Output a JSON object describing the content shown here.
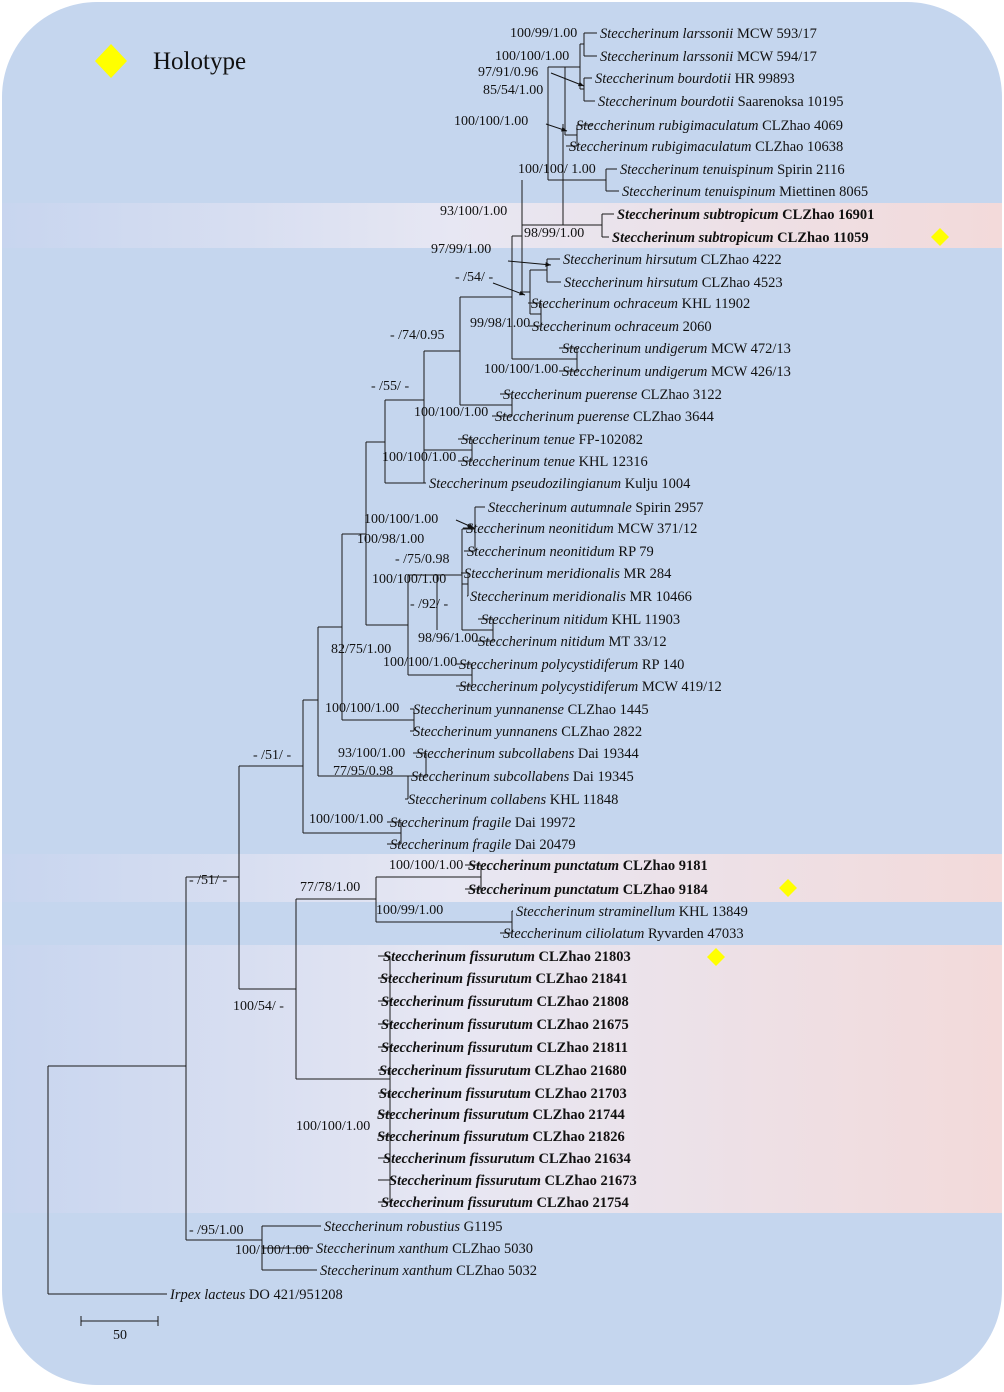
{
  "legend": {
    "label": "Holotype",
    "marker_color": "#ffff00"
  },
  "colors": {
    "panel": "#c5d6ee",
    "highlight": "#f3dcdc",
    "marker": "#ffff00"
  },
  "scale_bar": {
    "label": "50"
  },
  "taxa": [
    {
      "species": "Steccherinum larssonii",
      "voucher": "MCW 593/17",
      "highlight": false,
      "holotype": false
    },
    {
      "species": "Steccherinum larssonii",
      "voucher": "MCW 594/17",
      "highlight": false,
      "holotype": false
    },
    {
      "species": "Steccherinum bourdotii",
      "voucher": "HR 99893",
      "highlight": false,
      "holotype": false
    },
    {
      "species": "Steccherinum bourdotii",
      "voucher": "Saarenoksa 10195",
      "highlight": false,
      "holotype": false
    },
    {
      "species": "Steccherinum rubigimaculatum",
      "voucher": "CLZhao 4069",
      "highlight": false,
      "holotype": false
    },
    {
      "species": "Steccherinum rubigimaculatum",
      "voucher": "CLZhao 10638",
      "highlight": false,
      "holotype": false
    },
    {
      "species": "Steccherinum tenuispinum",
      "voucher": "Spirin 2116",
      "highlight": false,
      "holotype": false
    },
    {
      "species": "Steccherinum tenuispinum",
      "voucher": "Miettinen 8065",
      "highlight": false,
      "holotype": false
    },
    {
      "species": "Steccherinum subtropicum",
      "voucher": "CLZhao 16901",
      "highlight": true,
      "holotype": false
    },
    {
      "species": "Steccherinum subtropicum",
      "voucher": "CLZhao 11059",
      "highlight": true,
      "holotype": true
    },
    {
      "species": "Steccherinum hirsutum",
      "voucher": "CLZhao 4222",
      "highlight": false,
      "holotype": false
    },
    {
      "species": "Steccherinum hirsutum",
      "voucher": "CLZhao 4523",
      "highlight": false,
      "holotype": false
    },
    {
      "species": "Steccherinum ochraceum",
      "voucher": "KHL 11902",
      "highlight": false,
      "holotype": false
    },
    {
      "species": "Steccherinum ochraceum",
      "voucher": "2060",
      "highlight": false,
      "holotype": false
    },
    {
      "species": "Steccherinum undigerum",
      "voucher": "MCW 472/13",
      "highlight": false,
      "holotype": false
    },
    {
      "species": "Steccherinum undigerum",
      "voucher": "MCW 426/13",
      "highlight": false,
      "holotype": false
    },
    {
      "species": "Steccherinum puerense",
      "voucher": "CLZhao 3122",
      "highlight": false,
      "holotype": false
    },
    {
      "species": "Steccherinum puerense",
      "voucher": "CLZhao 3644",
      "highlight": false,
      "holotype": false
    },
    {
      "species": "Steccherinum tenue",
      "voucher": "FP-102082",
      "highlight": false,
      "holotype": false
    },
    {
      "species": "Steccherinum tenue",
      "voucher": "KHL 12316",
      "highlight": false,
      "holotype": false
    },
    {
      "species": "Steccherinum pseudozilingianum",
      "voucher": "Kulju 1004",
      "highlight": false,
      "holotype": false
    },
    {
      "species": "Steccherinum autumnale",
      "voucher": "Spirin 2957",
      "highlight": false,
      "holotype": false
    },
    {
      "species": "Steccherinum neonitidum",
      "voucher": "MCW 371/12",
      "highlight": false,
      "holotype": false
    },
    {
      "species": "Steccherinum neonitidum",
      "voucher": "RP 79",
      "highlight": false,
      "holotype": false
    },
    {
      "species": "Steccherinum meridionalis",
      "voucher": "MR 284",
      "highlight": false,
      "holotype": false
    },
    {
      "species": "Steccherinum meridionalis",
      "voucher": "MR 10466",
      "highlight": false,
      "holotype": false
    },
    {
      "species": "Steccherinum nitidum",
      "voucher": "KHL 11903",
      "highlight": false,
      "holotype": false
    },
    {
      "species": "Steccherinum nitidum",
      "voucher": "MT 33/12",
      "highlight": false,
      "holotype": false
    },
    {
      "species": "Steccherinum polycystidiferum",
      "voucher": "RP 140",
      "highlight": false,
      "holotype": false
    },
    {
      "species": "Steccherinum polycystidiferum",
      "voucher": "MCW 419/12",
      "highlight": false,
      "holotype": false
    },
    {
      "species": "Steccherinum yunnanense",
      "voucher": "CLZhao 1445",
      "highlight": false,
      "holotype": false
    },
    {
      "species": "Steccherinum yunnanens",
      "voucher": "CLZhao 2822",
      "highlight": false,
      "holotype": false
    },
    {
      "species": "Steccherinum subcollabens",
      "voucher": "Dai 19344",
      "highlight": false,
      "holotype": false
    },
    {
      "species": "Steccherinum subcollabens",
      "voucher": "Dai 19345",
      "highlight": false,
      "holotype": false
    },
    {
      "species": "Steccherinum collabens",
      "voucher": "KHL 11848",
      "highlight": false,
      "holotype": false
    },
    {
      "species": "Steccherinum fragile",
      "voucher": "Dai 19972",
      "highlight": false,
      "holotype": false
    },
    {
      "species": "Steccherinum fragile",
      "voucher": "Dai 20479",
      "highlight": false,
      "holotype": false
    },
    {
      "species": "Steccherinum punctatum",
      "voucher": "CLZhao 9181",
      "highlight": true,
      "holotype": false
    },
    {
      "species": "Steccherinum punctatum",
      "voucher": "CLZhao 9184",
      "highlight": true,
      "holotype": true
    },
    {
      "species": "Steccherinum straminellum",
      "voucher": "KHL 13849",
      "highlight": false,
      "holotype": false
    },
    {
      "species": "Steccherinum ciliolatum",
      "voucher": "Ryvarden 47033",
      "highlight": false,
      "holotype": false
    },
    {
      "species": "Steccherinum fissurutum",
      "voucher": "CLZhao 21803",
      "highlight": true,
      "holotype": true
    },
    {
      "species": "Steccherinum fissurutum",
      "voucher": "CLZhao 21841",
      "highlight": true,
      "holotype": false
    },
    {
      "species": "Steccherinum fissurutum",
      "voucher": "CLZhao 21808",
      "highlight": true,
      "holotype": false
    },
    {
      "species": "Steccherinum fissurutum",
      "voucher": "CLZhao 21675",
      "highlight": true,
      "holotype": false
    },
    {
      "species": "Steccherinum fissurutum",
      "voucher": "CLZhao 21811",
      "highlight": true,
      "holotype": false
    },
    {
      "species": "Steccherinum fissurutum",
      "voucher": "CLZhao 21680",
      "highlight": true,
      "holotype": false
    },
    {
      "species": "Steccherinum fissurutum",
      "voucher": "CLZhao 21703",
      "highlight": true,
      "holotype": false
    },
    {
      "species": "Steccherinum fissurutum",
      "voucher": "CLZhao 21744",
      "highlight": true,
      "holotype": false
    },
    {
      "species": "Steccherinum fissurutum",
      "voucher": "CLZhao 21826",
      "highlight": true,
      "holotype": false
    },
    {
      "species": "Steccherinum fissurutum",
      "voucher": "CLZhao 21634",
      "highlight": true,
      "holotype": false
    },
    {
      "species": "Steccherinum fissurutum",
      "voucher": "CLZhao 21673",
      "highlight": true,
      "holotype": false
    },
    {
      "species": "Steccherinum fissurutum",
      "voucher": "CLZhao 21754",
      "highlight": true,
      "holotype": false
    },
    {
      "species": "Steccherinum robustius",
      "voucher": "G1195",
      "highlight": false,
      "holotype": false
    },
    {
      "species": "Steccherinum xanthum",
      "voucher": "CLZhao 5030",
      "highlight": false,
      "holotype": false
    },
    {
      "species": "Steccherinum xanthum",
      "voucher": "CLZhao 5032",
      "highlight": false,
      "holotype": false
    },
    {
      "species": "Irpex lacteus",
      "voucher": "DO 421/951208",
      "highlight": false,
      "holotype": false
    }
  ],
  "support_values": [
    "100/99/1.00",
    "100/100/1.00",
    "97/91/0.96",
    "85/54/1.00",
    "100/100/1.00",
    "100/100/ 1.00",
    "93/100/1.00",
    "98/99/1.00",
    "97/99/1.00",
    "- /54/ -",
    "99/98/1.00",
    "100/100/1.00",
    "- /74/0.95",
    "- /55/ -",
    "100/100/1.00",
    "100/100/1.00",
    "100/100/1.00",
    "100/98/1.00",
    "- /75/0.98",
    "100/100/1.00",
    "- /92/ -",
    "98/96/1.00",
    "100/100/1.00",
    "82/75/1.00",
    "100/100/1.00",
    "93/100/1.00",
    "77/95/0.98",
    "- /51/ -",
    "100/100/1.00",
    "100/100/1.00",
    "- /51/ -",
    "77/78/1.00",
    "100/99/1.00",
    "100/54/ -",
    "100/100/1.00",
    "- /95/1.00",
    "100/100/1.00"
  ]
}
